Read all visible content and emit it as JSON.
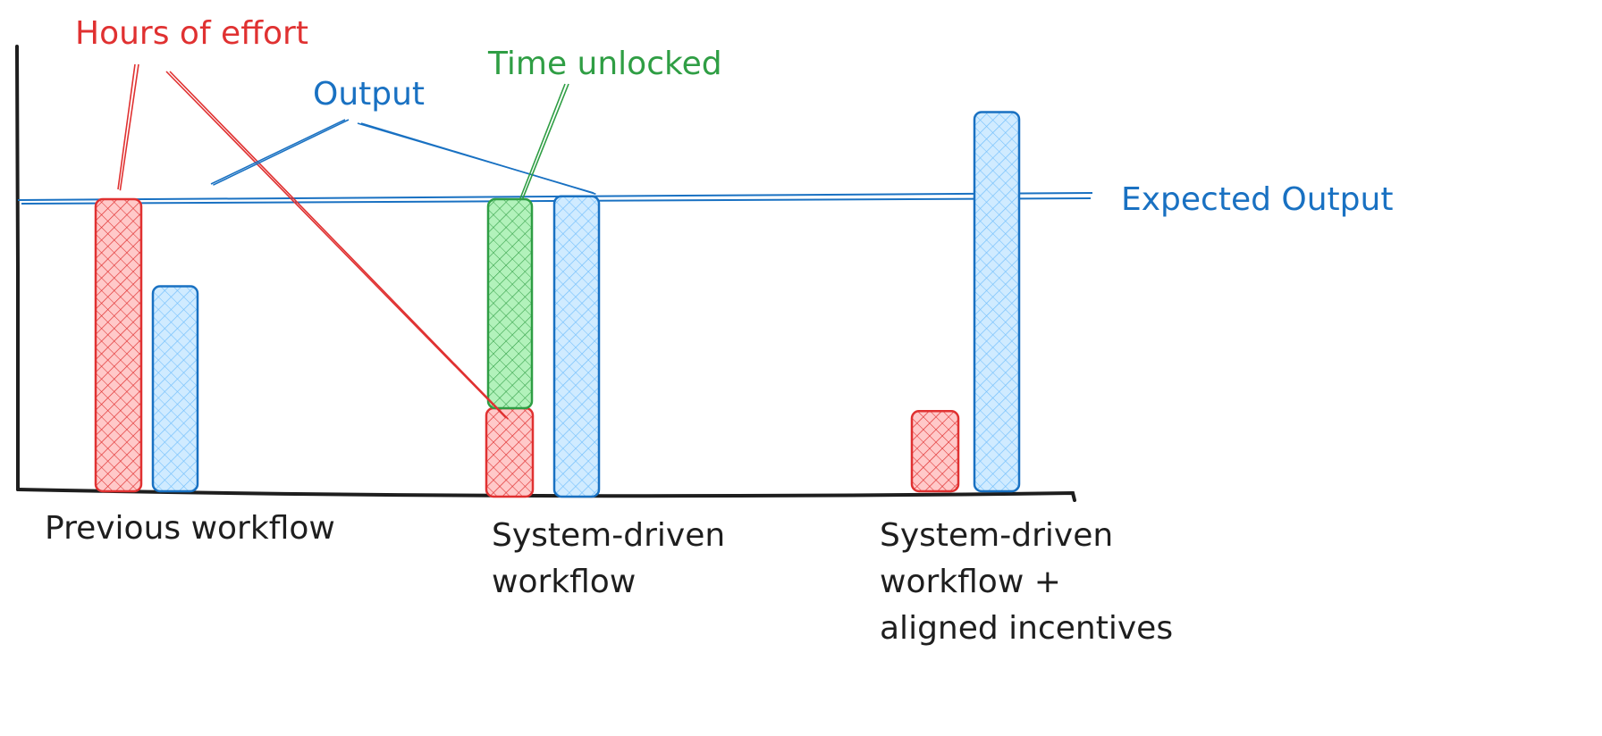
{
  "chart_data": {
    "type": "bar",
    "title": "",
    "xlabel": "",
    "ylabel": "",
    "grid": false,
    "categories": [
      [
        "Previous workflow"
      ],
      [
        "System-driven",
        "workflow"
      ],
      [
        "System-driven",
        "workflow +",
        "aligned incentives"
      ]
    ],
    "series": [
      {
        "key": "effort",
        "color": "#e03131",
        "values": [
          100,
          28,
          27
        ]
      },
      {
        "key": "unlocked",
        "color": "#2f9e44",
        "values": [
          null,
          72,
          null
        ]
      },
      {
        "key": "output",
        "color": "#1971c2",
        "values": [
          70,
          101,
          130
        ]
      }
    ],
    "reference_line": {
      "label": "Expected Output",
      "value": 100,
      "color": "#1971c2"
    },
    "annotations": {
      "effort": {
        "text": "Hours of effort",
        "color": "#e03131"
      },
      "output": {
        "text": "Output",
        "color": "#1971c2"
      },
      "unlocked": {
        "text": "Time unlocked",
        "color": "#2f9e44"
      }
    },
    "ylim": [
      0,
      135
    ]
  }
}
